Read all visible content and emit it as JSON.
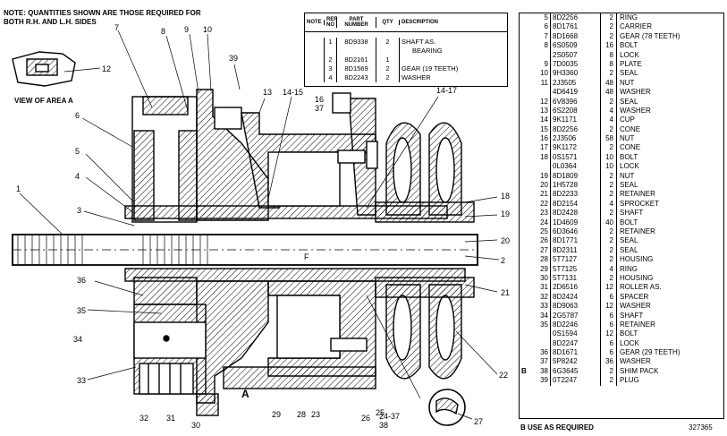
{
  "note": "NOTE: QUANTITIES SHOWN ARE THOSE REQUIRED FOR BOTH R.H. AND L.H. SIDES",
  "view_label": "VIEW OF AREA A",
  "area_marker": "A",
  "callouts": [
    "1",
    "2",
    "3",
    "4",
    "5",
    "6",
    "7",
    "8",
    "9",
    "10",
    "12",
    "13",
    "14-15",
    "14-17",
    "16",
    "18",
    "19",
    "20",
    "21",
    "22",
    "23",
    "24-37",
    "25",
    "26",
    "27",
    "28",
    "29",
    "30",
    "31",
    "32",
    "33",
    "34",
    "35",
    "36",
    "37",
    "38",
    "39",
    "F"
  ],
  "small_table": {
    "headers": {
      "note": "NOTE",
      "ref": "REF NO",
      "part": "PART NUMBER",
      "qty": "QTY",
      "desc": "DESCRIPTION"
    },
    "rows": [
      {
        "ref": "1",
        "part": "8D9338",
        "qty": "2",
        "desc": "SHAFT AS."
      },
      {
        "ref": "",
        "part": "",
        "qty": "",
        "desc": "BEARING"
      },
      {
        "ref": "2",
        "part": "8D2161",
        "qty": "1",
        "desc": ""
      },
      {
        "ref": "3",
        "part": "8D1569",
        "qty": "2",
        "desc": "GEAR (19 TEETH)"
      },
      {
        "ref": "4",
        "part": "8D2243",
        "qty": "2",
        "desc": "WASHER"
      }
    ]
  },
  "parts_list": [
    {
      "note": "",
      "ref": "5",
      "part": "8D2256",
      "qty": "2",
      "desc": "RING"
    },
    {
      "note": "",
      "ref": "6",
      "part": "8D1761",
      "qty": "2",
      "desc": "CARRIER"
    },
    {
      "note": "",
      "ref": "7",
      "part": "8D1668",
      "qty": "2",
      "desc": "GEAR (78 TEETH)"
    },
    {
      "note": "",
      "ref": "8",
      "part": "6S0509",
      "qty": "16",
      "desc": "BOLT"
    },
    {
      "note": "",
      "ref": "",
      "part": "2S0507",
      "qty": "8",
      "desc": "LOCK"
    },
    {
      "note": "",
      "ref": "9",
      "part": "7D0035",
      "qty": "8",
      "desc": "PLATE"
    },
    {
      "note": "",
      "ref": "10",
      "part": "9H3360",
      "qty": "2",
      "desc": "SEAL"
    },
    {
      "note": "",
      "ref": "11",
      "part": "2J3505",
      "qty": "48",
      "desc": "NUT"
    },
    {
      "note": "",
      "ref": "",
      "part": "4D6419",
      "qty": "48",
      "desc": "WASHER"
    },
    {
      "note": "",
      "ref": "12",
      "part": "6V8396",
      "qty": "2",
      "desc": "SEAL"
    },
    {
      "note": "",
      "ref": "13",
      "part": "6S2208",
      "qty": "4",
      "desc": "WASHER"
    },
    {
      "note": "",
      "ref": "14",
      "part": "9K1171",
      "qty": "4",
      "desc": "CUP"
    },
    {
      "note": "",
      "ref": "15",
      "part": "8D2256",
      "qty": "2",
      "desc": "CONE"
    },
    {
      "note": "",
      "ref": "16",
      "part": "2J3506",
      "qty": "58",
      "desc": "NUT"
    },
    {
      "note": "",
      "ref": "17",
      "part": "9K1172",
      "qty": "2",
      "desc": "CONE"
    },
    {
      "note": "",
      "ref": "18",
      "part": "0S1571",
      "qty": "10",
      "desc": "BOLT"
    },
    {
      "note": "",
      "ref": "",
      "part": "0L0364",
      "qty": "10",
      "desc": "LOCK"
    },
    {
      "note": "",
      "ref": "19",
      "part": "8D1809",
      "qty": "2",
      "desc": "NUT"
    },
    {
      "note": "",
      "ref": "20",
      "part": "1H5728",
      "qty": "2",
      "desc": "SEAL"
    },
    {
      "note": "",
      "ref": "21",
      "part": "8D2233",
      "qty": "2",
      "desc": "RETAINER"
    },
    {
      "note": "",
      "ref": "22",
      "part": "8D2154",
      "qty": "4",
      "desc": "SPROCKET"
    },
    {
      "note": "",
      "ref": "23",
      "part": "8D2428",
      "qty": "2",
      "desc": "SHAFT"
    },
    {
      "note": "",
      "ref": "24",
      "part": "1D4609",
      "qty": "40",
      "desc": "BOLT"
    },
    {
      "note": "",
      "ref": "25",
      "part": "6D3646",
      "qty": "2",
      "desc": "RETAINER"
    },
    {
      "note": "",
      "ref": "26",
      "part": "8D1771",
      "qty": "2",
      "desc": "SEAL"
    },
    {
      "note": "",
      "ref": "27",
      "part": "8D2311",
      "qty": "2",
      "desc": "SEAL"
    },
    {
      "note": "",
      "ref": "28",
      "part": "5T7127",
      "qty": "2",
      "desc": "HOUSING"
    },
    {
      "note": "",
      "ref": "29",
      "part": "5T7125",
      "qty": "4",
      "desc": "RING"
    },
    {
      "note": "",
      "ref": "30",
      "part": "5T7131",
      "qty": "2",
      "desc": "HOUSING"
    },
    {
      "note": "",
      "ref": "31",
      "part": "2D6516",
      "qty": "12",
      "desc": "ROLLER AS."
    },
    {
      "note": "",
      "ref": "32",
      "part": "8D2424",
      "qty": "6",
      "desc": "SPACER"
    },
    {
      "note": "",
      "ref": "33",
      "part": "8D9063",
      "qty": "12",
      "desc": "WASHER"
    },
    {
      "note": "",
      "ref": "34",
      "part": "2G5787",
      "qty": "6",
      "desc": "SHAFT"
    },
    {
      "note": "",
      "ref": "35",
      "part": "8D2246",
      "qty": "6",
      "desc": "RETAINER"
    },
    {
      "note": "",
      "ref": "",
      "part": "0S1594",
      "qty": "12",
      "desc": "BOLT"
    },
    {
      "note": "",
      "ref": "",
      "part": "8D2247",
      "qty": "6",
      "desc": "LOCK"
    },
    {
      "note": "",
      "ref": "36",
      "part": "8D1671",
      "qty": "6",
      "desc": "GEAR (29 TEETH)"
    },
    {
      "note": "",
      "ref": "37",
      "part": "5P8242",
      "qty": "36",
      "desc": "WASHER"
    },
    {
      "note": "B",
      "ref": "38",
      "part": "6G3645",
      "qty": "2",
      "desc": "SHIM PACK"
    },
    {
      "note": "",
      "ref": "39",
      "part": "0T2247",
      "qty": "2",
      "desc": "PLUG"
    }
  ],
  "legend": "B   USE AS REQUIRED",
  "doc_number": "327365"
}
